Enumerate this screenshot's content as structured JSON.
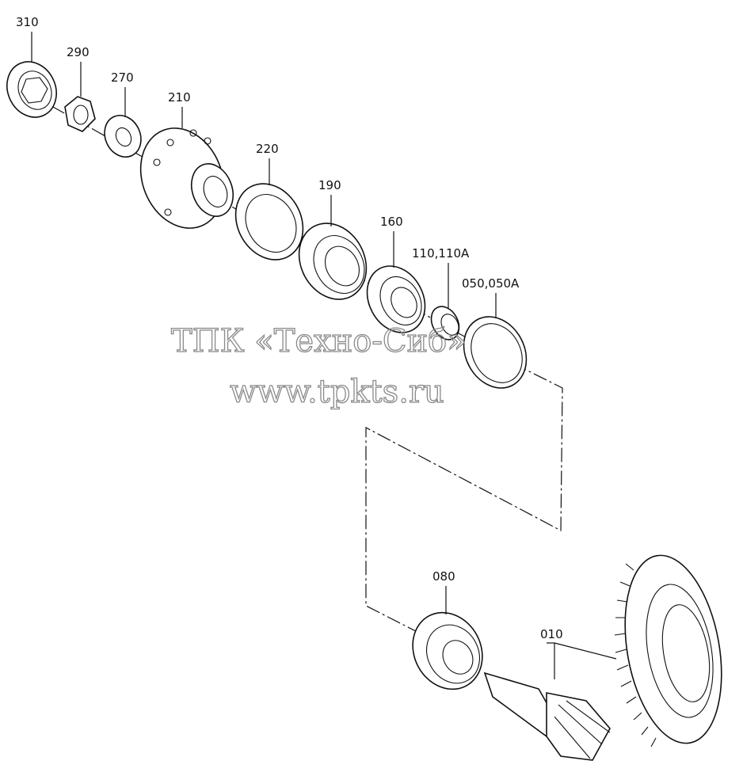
{
  "watermark": {
    "line1": "ТПК «Техно-Сиб»",
    "line2": "www.tpkts.ru"
  },
  "labels": {
    "p310": "310",
    "p290": "290",
    "p270": "270",
    "p210": "210",
    "p220": "220",
    "p190": "190",
    "p160": "160",
    "p110": "110,110A",
    "p050": "050,050A",
    "p080": "080",
    "p010": "010"
  },
  "icons": [
    "locknut",
    "hex-nut",
    "washer",
    "companion-flange",
    "oil-seal",
    "tapered-roller-bearing",
    "roller-bearing",
    "collapsible-spacer",
    "shim",
    "pinion-bearing",
    "drive-pinion",
    "ring-gear"
  ]
}
